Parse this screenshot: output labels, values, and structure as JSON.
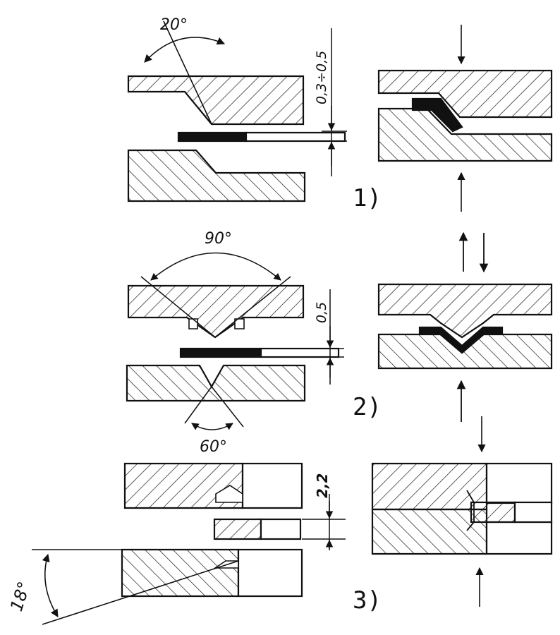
{
  "diagram": {
    "stage1": {
      "label": "1)",
      "angle_label": "20°",
      "gap_label": "0,3÷0,5"
    },
    "stage2": {
      "label": "2)",
      "top_angle_label": "90°",
      "bottom_angle_label": "60°",
      "gap_label": "0,5"
    },
    "stage3": {
      "label": "3)",
      "gap_label": "2,2",
      "angle_label": "18°"
    }
  }
}
